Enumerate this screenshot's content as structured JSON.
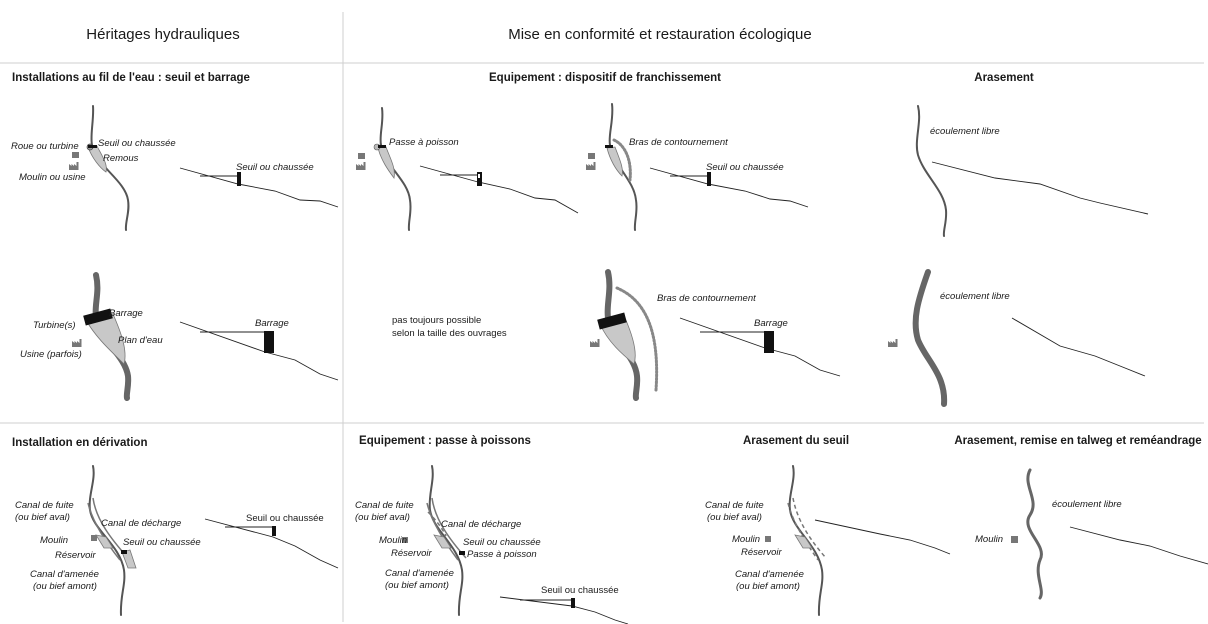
{
  "headers": {
    "left": "Héritages hydrauliques",
    "right": "Mise en conformité et restauration écologique"
  },
  "sections": {
    "fil_eau": "Installations au fil de l'eau : seuil et barrage",
    "equip_franch": "Equipement : dispositif de franchissement",
    "arasement": "Arasement",
    "derivation": "Installation en dérivation",
    "equip_passe": "Equipement : passe à poissons",
    "arasement_seuil": "Arasement du seuil",
    "arasement_talweg": "Arasement, remise en talweg et reméandrage"
  },
  "labels": {
    "roue_turbine": "Roue ou turbine",
    "seuil_chaussee": "Seuil ou chaussée",
    "remous": "Remous",
    "moulin_usine": "Moulin ou usine",
    "passe_a_poisson": "Passe à poisson",
    "bras_contournement": "Bras de contournement",
    "ecoulement_libre": "écoulement libre",
    "barrage": "Barrage",
    "turbines": "Turbine(s)",
    "plan_eau": "Plan d'eau",
    "usine_parfois": "Usine (parfois)",
    "pas_possible_1": "pas toujours possible",
    "pas_possible_2": "selon la taille des ouvrages",
    "canal_fuite_1": "Canal de fuite",
    "canal_fuite_2": "(ou bief aval)",
    "canal_decharge": "Canal de décharge",
    "moulin": "Moulin",
    "reservoir": "Réservoir",
    "canal_amenee_1": "Canal d'amenée",
    "canal_amenee_2": "(ou bief amont)"
  },
  "colors": {
    "structure": "#111111",
    "river": "#555555",
    "reservoir": "#c8c8c8",
    "building": "#777777"
  },
  "icons": {
    "building": "factory-icon",
    "dam": "dam-block-icon"
  }
}
